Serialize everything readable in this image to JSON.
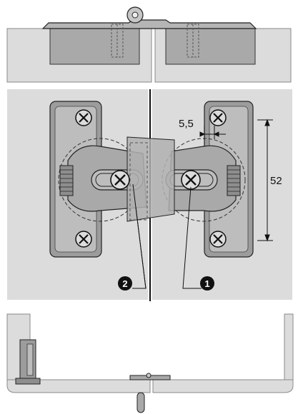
{
  "figure": {
    "dimensions": {
      "gap_label": "5,5",
      "height_label": "52"
    },
    "callouts": [
      {
        "id": "2",
        "glyph": "2"
      },
      {
        "id": "1",
        "glyph": "1"
      }
    ]
  },
  "colors": {
    "panel": "#dcdcdc",
    "panel_stroke": "#8a8a8a",
    "hinge_fill": "#a9a9a9",
    "plate_fill": "#9c9c9c",
    "plate_inner": "#bdbdbd",
    "line": "#111111",
    "badge": "#111111"
  }
}
